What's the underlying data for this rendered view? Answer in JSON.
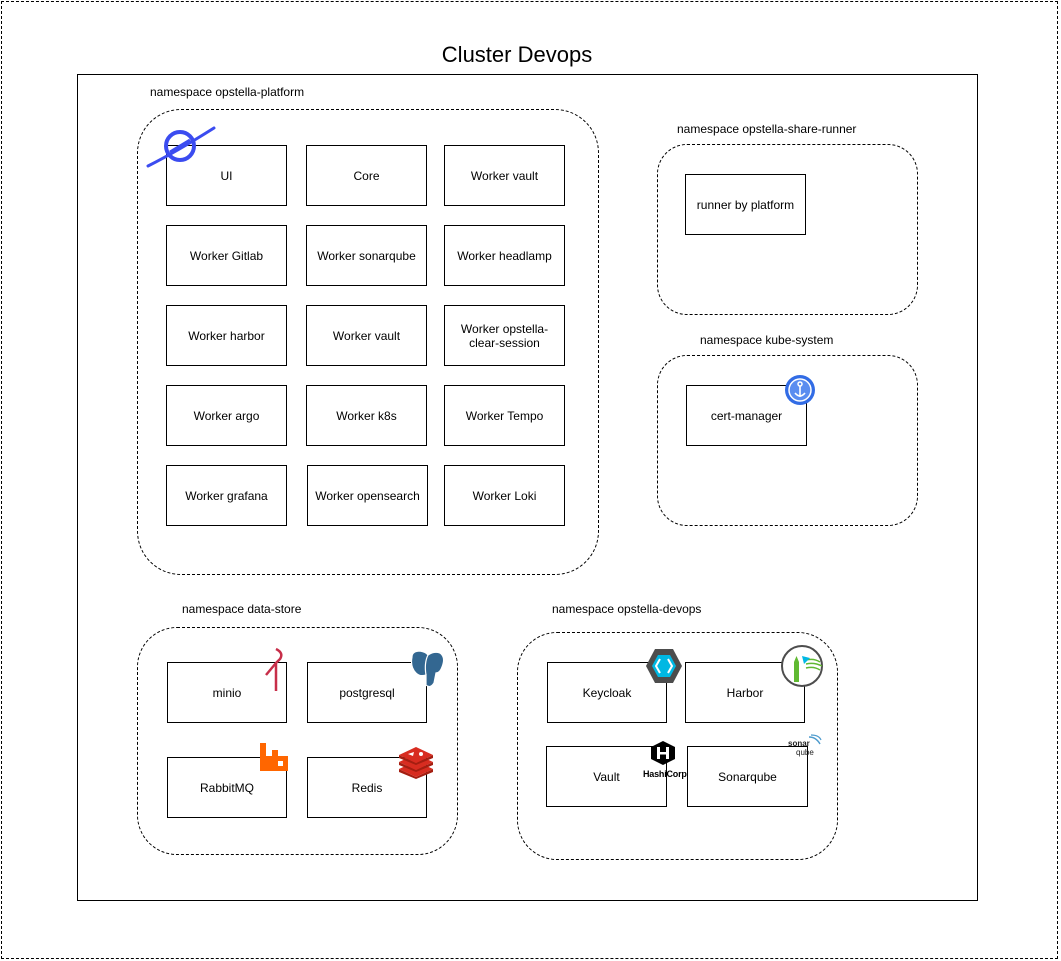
{
  "title": "Cluster Devops",
  "namespaces": {
    "platform": {
      "label": "namespace opstella-platform",
      "services": [
        "UI",
        "Core",
        "Worker vault",
        "Worker Gitlab",
        "Worker sonarqube",
        "Worker headlamp",
        "Worker harbor",
        "Worker vault",
        "Worker opstella-clear-session",
        "Worker argo",
        "Worker k8s",
        "Worker Tempo",
        "Worker grafana",
        "Worker opensearch",
        "Worker Loki"
      ]
    },
    "share_runner": {
      "label": "namespace opstella-share-runner",
      "services": [
        "runner by platform"
      ]
    },
    "kube_system": {
      "label": "namespace kube-system",
      "services": [
        "cert-manager"
      ]
    },
    "data_store": {
      "label": "namespace data-store",
      "services": [
        "minio",
        "postgresql",
        "RabbitMQ",
        "Redis"
      ]
    },
    "devops": {
      "label": "namespace opstella-devops",
      "services": [
        "Keycloak",
        "Harbor",
        "Vault",
        "Sonarqube"
      ]
    }
  },
  "logos": {
    "hashicorp_text": "HashiCorp",
    "sonarqube_text_1": "sonar",
    "sonarqube_text_2": "qube"
  },
  "icons": [
    "opstella-planet-icon",
    "cert-manager-icon",
    "minio-icon",
    "postgresql-icon",
    "rabbitmq-icon",
    "redis-icon",
    "keycloak-icon",
    "harbor-icon",
    "hashicorp-vault-icon",
    "sonarqube-icon"
  ],
  "colors": {
    "opstella": "#3b4cf0",
    "minio": "#c72e49",
    "postgresql": "#336791",
    "rabbitmq": "#ff6600",
    "redis": "#d82c20",
    "keycloak": "#4d4d4d",
    "keycloak_accent": "#00b8e3",
    "harbor": "#60b932",
    "cert_manager": "#326ce5"
  }
}
